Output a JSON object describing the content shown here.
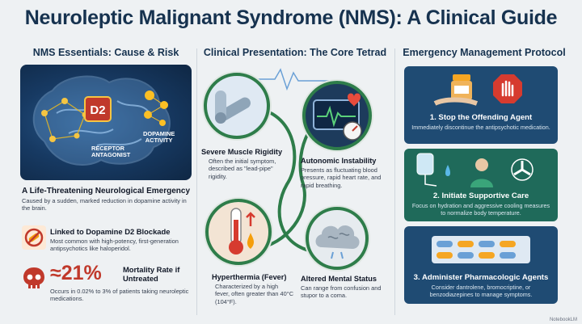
{
  "title": "Neuroleptic Malignant Syndrome (NMS): A Clinical Guide",
  "columns": {
    "left": "NMS Essentials: Cause & Risk",
    "middle": "Clinical Presentation: The Core Tetrad",
    "right": "Emergency Management Protocol"
  },
  "brain": {
    "d2": "D2",
    "receptor": "RECEPTOR\nANTAGONIST",
    "dopamine": "DOPAMINE\nACTIVITY"
  },
  "emergency": {
    "heading": "A Life-Threatening Neurological Emergency",
    "text": "Caused by a sudden, marked reduction in dopamine activity in the brain."
  },
  "linked": {
    "heading": "Linked to Dopamine D2 Blockade",
    "text": "Most common with high-potency, first-generation antipsychotics like haloperidol."
  },
  "mortality": {
    "stat": "≈21%",
    "heading": "Mortality Rate if Untreated",
    "text": "Occurs in 0.02% to 3% of patients taking neuroleptic medications."
  },
  "tetrad": [
    {
      "title": "Severe Muscle Rigidity",
      "text": "Often the initial symptom, described as \"lead-pipe\" rigidity."
    },
    {
      "title": "Autonomic Instability",
      "text": "Presents as fluctuating blood pressure, rapid heart rate, and rapid breathing."
    },
    {
      "title": "Hyperthermia (Fever)",
      "text": "Characterized by a high fever, often greater than 40°C (104°F)."
    },
    {
      "title": "Altered Mental Status",
      "text": "Can range from confusion and stupor to a coma."
    }
  ],
  "protocol": [
    {
      "title": "1. Stop the Offending Agent",
      "text": "Immediately discontinue the antipsychotic medication."
    },
    {
      "title": "2. Initiate Supportive Care",
      "text": "Focus on hydration and aggressive cooling measures to normalize body temperature."
    },
    {
      "title": "3. Administer Pharmacologic Agents",
      "text": "Consider dantrolene, bromocriptine, or benzodiazepines to manage symptoms."
    }
  ],
  "footer": "NotebookLM",
  "colors": {
    "navy": "#16324f",
    "green": "#2e7d4a",
    "teal": "#1f6a5a",
    "red": "#c0392b",
    "orange": "#f59e0b"
  },
  "icons": [
    "brain-icon",
    "no-pill-icon",
    "skull-icon",
    "arm-icon",
    "heart-monitor-icon",
    "thermometer-icon",
    "cloud-brain-icon",
    "pill-bottle-icon",
    "stop-hand-icon",
    "iv-bag-icon",
    "fan-icon",
    "pills-icon"
  ]
}
